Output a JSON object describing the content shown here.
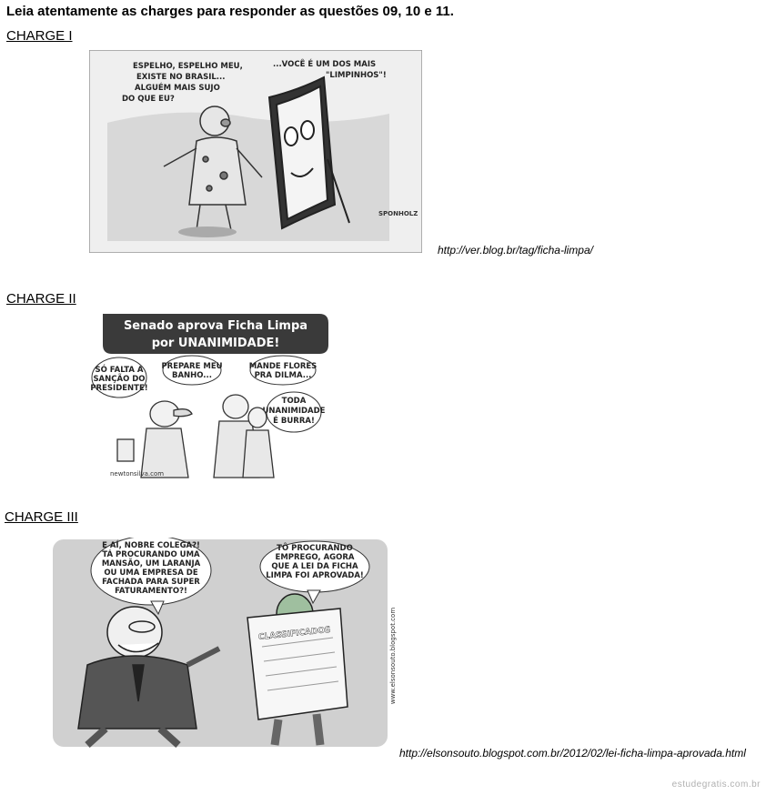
{
  "heading": "Leia atentamente as charges para responder as questões 09, 10 e 11.",
  "charges": [
    {
      "label": "CHARGE I",
      "source": "http://ver.blog.br/tag/ficha-limpa/",
      "bubbles": [
        [
          "ESPELHO, ESPELHO MEU,",
          "EXISTE NO BRASIL...",
          "ALGUÉM MAIS SUJO",
          "DO QUE EU?"
        ],
        [
          "...VOCÊ É UM DOS MAIS",
          "\"LIMPINHOS\"!"
        ]
      ],
      "signature": "SPONHOLZ"
    },
    {
      "label": "CHARGE II",
      "source": "",
      "banner": [
        "Senado aprova Ficha Limpa",
        "por UNANIMIDADE!"
      ],
      "bubbles": [
        [
          "SÓ FALTA A",
          "SANÇÃO DO",
          "PRESIDENTE!"
        ],
        [
          "PREPARE MEU",
          "BANHO..."
        ],
        [
          "MANDE FLORES",
          "PRA DILMA..."
        ],
        [
          "TODA",
          "UNANIMIDADE",
          "É BURRA!"
        ]
      ],
      "credit": "newtonsilva.com"
    },
    {
      "label": "CHARGE III",
      "source": "http://elsonsouto.blogspot.com.br/2012/02/lei-ficha-limpa-aprovada.html",
      "bubbles": [
        [
          "E AÍ, NOBRE COLEGA?!",
          "TÁ PROCURANDO UMA",
          "MANSÃO, UM LARANJA",
          "OU UMA EMPRESA DE",
          "FACHADA PARA SUPER",
          "FATURAMENTO?!"
        ],
        [
          "TÔ PROCURANDO",
          "EMPREGO, AGORA",
          "QUE A LEI DA FICHA",
          "LIMPA FOI APROVADA!"
        ]
      ],
      "newspaper": "CLASSIFICADOS",
      "credit": "www.elsonsouto.blogspot.com"
    }
  ],
  "footer": "estudegratis.com.br"
}
